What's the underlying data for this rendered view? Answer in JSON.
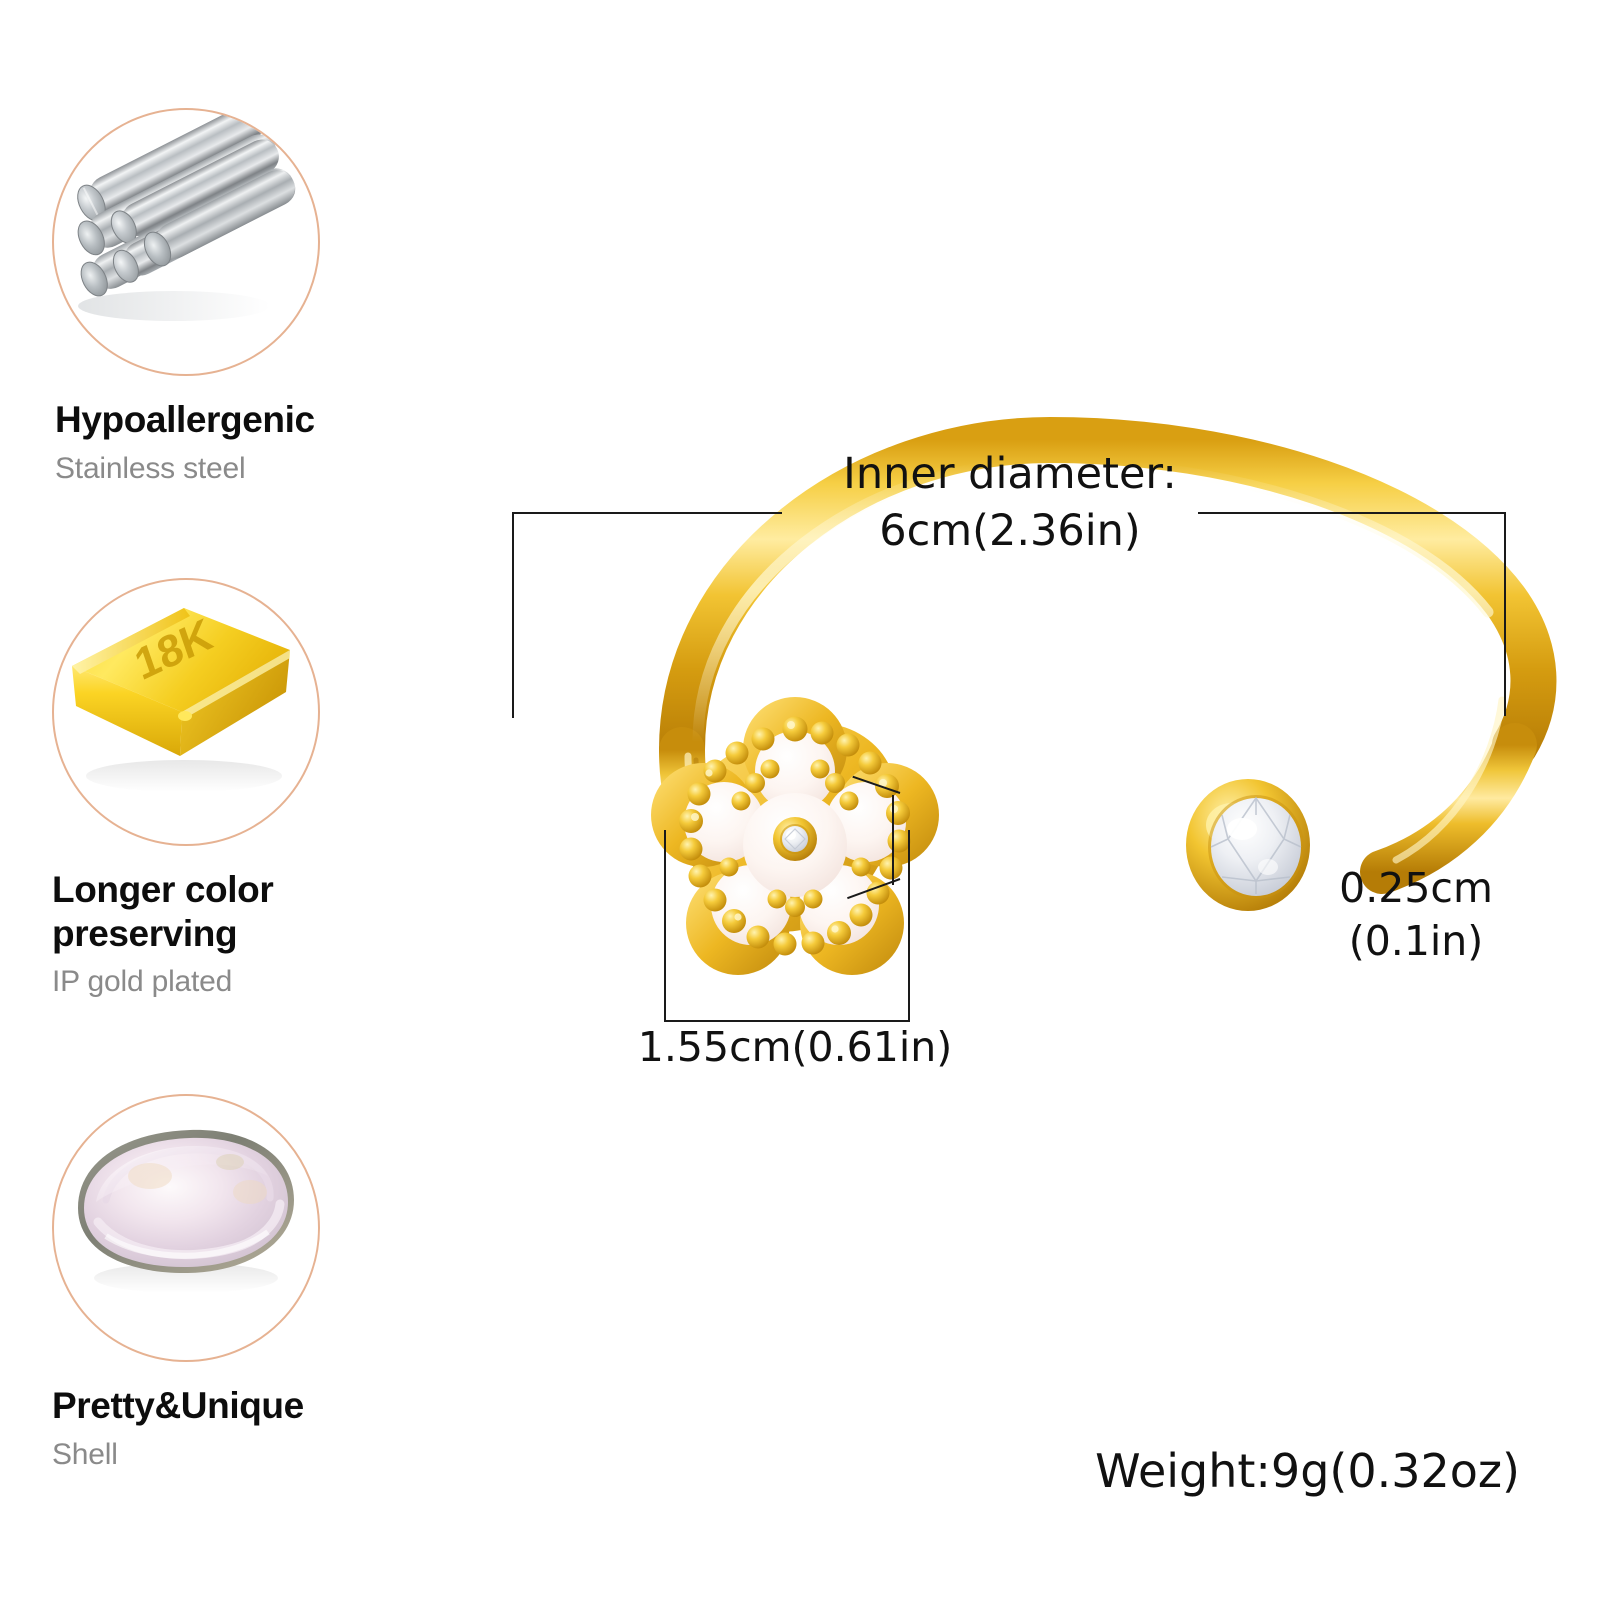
{
  "features": [
    {
      "id": "hypoallergenic",
      "icon": "steel-rods-icon",
      "title": "Hypoallergenic",
      "subtitle": "Stainless steel"
    },
    {
      "id": "longer-color-preserving",
      "icon": "gold-bar-icon",
      "icon_text": "18K",
      "title": "Longer color\npreserving",
      "subtitle": "IP gold plated"
    },
    {
      "id": "pretty-and-unique",
      "icon": "shell-icon",
      "title": "Pretty&Unique",
      "subtitle": "Shell"
    }
  ],
  "product": {
    "name": "gold-flower-cuff-bangle",
    "charm": "five-petal-flower-charm",
    "charm_center_stone": "cubic-zirconia-stone",
    "end_stone": "bezel-set-round-cz-stone"
  },
  "dimensions": {
    "inner_diameter": "Inner diameter:\n6cm(2.36in)",
    "charm_size": "1.55cm(0.61in)",
    "wire_thickness": "0.25cm\n(0.1in)",
    "weight": "Weight:9g(0.32oz)"
  },
  "colors": {
    "circle_border": "#e6b292",
    "title_text": "#0d0d0d",
    "subtitle_text": "#8a8a8a",
    "dimension_text": "#111111",
    "gold_light": "#fbe08a",
    "gold_mid": "#e8b229",
    "gold_dark": "#b8800f",
    "shell_white": "#fdf6f3",
    "background": "#ffffff"
  }
}
